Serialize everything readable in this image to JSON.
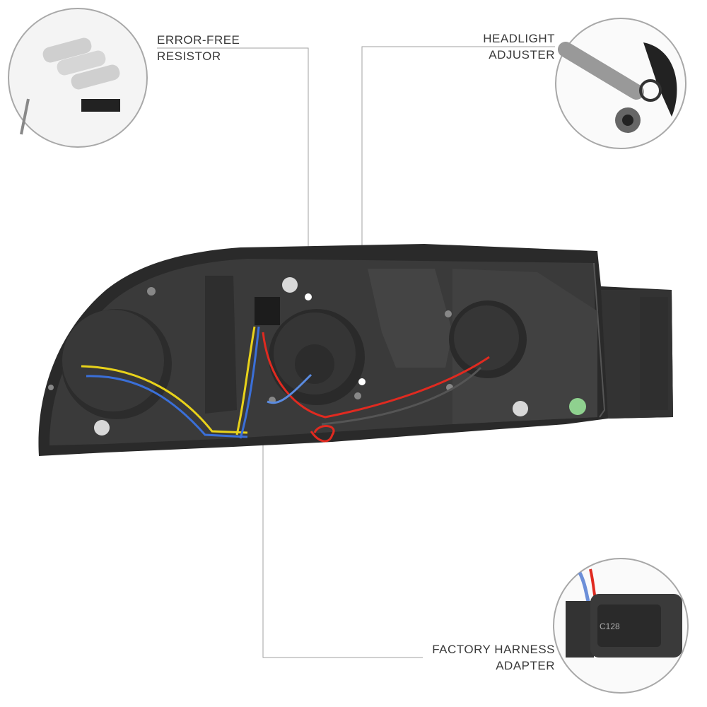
{
  "callouts": [
    {
      "line1": "ERROR-FREE",
      "line2": "RESISTOR"
    },
    {
      "line1": "HEADLIGHT",
      "line2": "ADJUSTER"
    },
    {
      "line1": "FACTORY HARNESS",
      "line2": "ADAPTER"
    }
  ],
  "colors": {
    "leader": "#9a9a9a",
    "housing": "#2b2b2b",
    "text": "#3a3a3a"
  }
}
